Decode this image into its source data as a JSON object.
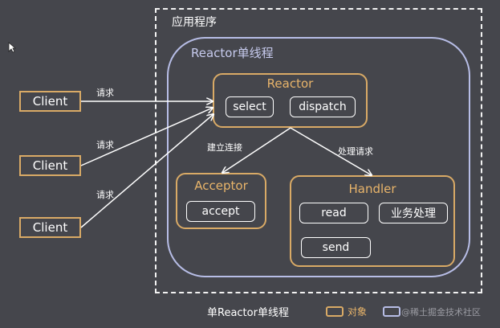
{
  "app_frame": {
    "label": "应用程序"
  },
  "thread_frame": {
    "label": "Reactor单线程"
  },
  "reactor": {
    "title": "Reactor",
    "select": "select",
    "dispatch": "dispatch"
  },
  "acceptor": {
    "title": "Acceptor",
    "accept": "accept"
  },
  "handler": {
    "title": "Handler",
    "read": "read",
    "business": "业务处理",
    "send": "send"
  },
  "clients": [
    {
      "label": "Client",
      "request_label": "请求"
    },
    {
      "label": "Client",
      "request_label": "请求"
    },
    {
      "label": "Client",
      "request_label": "请求"
    }
  ],
  "edges": {
    "to_acceptor": "建立连接",
    "to_handler": "处理请求"
  },
  "caption": "单Reactor单线程",
  "legend": {
    "object": "对象",
    "thread_partial": ""
  },
  "watermark": "@稀土掘金技术社区",
  "colors": {
    "background": "#45464c",
    "object_border": "#d9aa66",
    "thread_border": "#b7bde6",
    "line": "#ffffff"
  },
  "icons": {
    "cursor": "mouse-cursor-icon"
  }
}
